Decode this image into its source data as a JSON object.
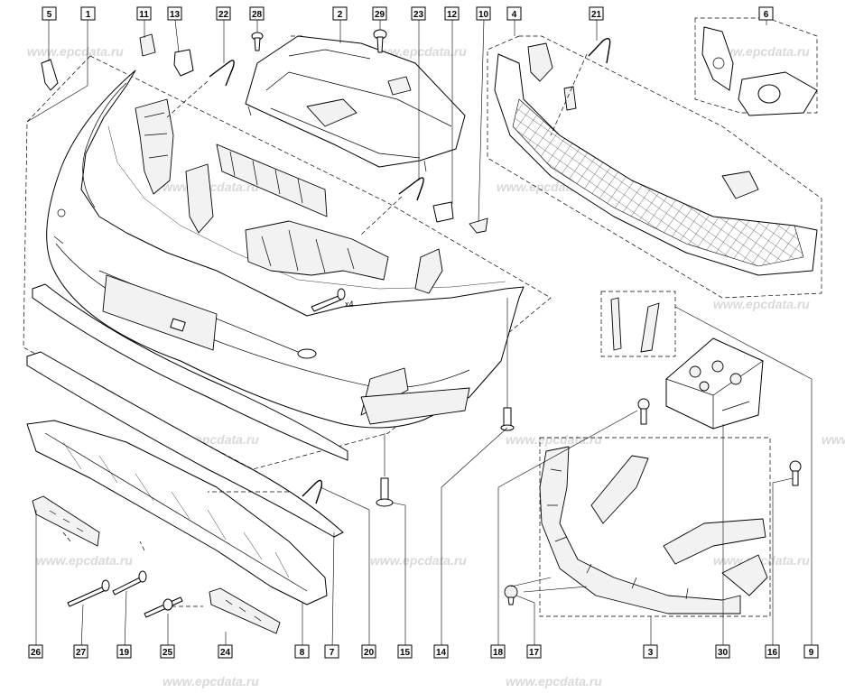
{
  "diagram": {
    "watermark_text": "www.epcdata.ru",
    "quantity_note": "x4",
    "callouts": [
      "5",
      "1",
      "11",
      "13",
      "22",
      "28",
      "2",
      "29",
      "23",
      "12",
      "10",
      "4",
      "21",
      "6",
      "9",
      "30",
      "16",
      "3",
      "17",
      "18",
      "14",
      "15",
      "20",
      "7",
      "8",
      "24",
      "25",
      "19",
      "27",
      "26"
    ]
  }
}
